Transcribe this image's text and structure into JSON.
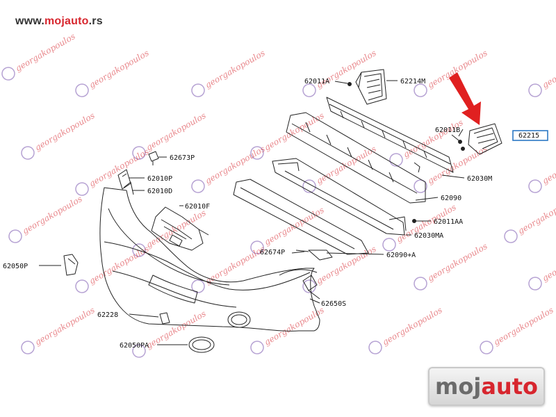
{
  "header": {
    "url_prefix": "www.",
    "url_brand": "mojauto",
    "url_suffix": ".rs"
  },
  "watermark": {
    "text": "georgakopoulos",
    "color": "#d7262e",
    "mark_color": "#7b57b0"
  },
  "logo": {
    "part_a": "moj",
    "part_b": "auto",
    "text_gray": "#6b6b6b",
    "text_red": "#d7262e"
  },
  "highlight": {
    "arrow_color": "#e02020",
    "box_color": "#2b78c4"
  },
  "parts": {
    "p62011A": "62011A",
    "p62214M": "62214M",
    "p62011B": "62011B",
    "p62215": "62215",
    "p62030M": "62030M",
    "p62090": "62090",
    "p62011AA": "62011AA",
    "p62030MA": "62030MA",
    "p62674P": "62674P",
    "p62090A": "62090+A",
    "p62673P": "62673P",
    "p62010P": "62010P",
    "p62010D": "62010D",
    "p62010F": "62010F",
    "p62050P": "62050P",
    "p62228": "62228",
    "p62650S": "62650S",
    "p62050PA": "62050PA"
  }
}
